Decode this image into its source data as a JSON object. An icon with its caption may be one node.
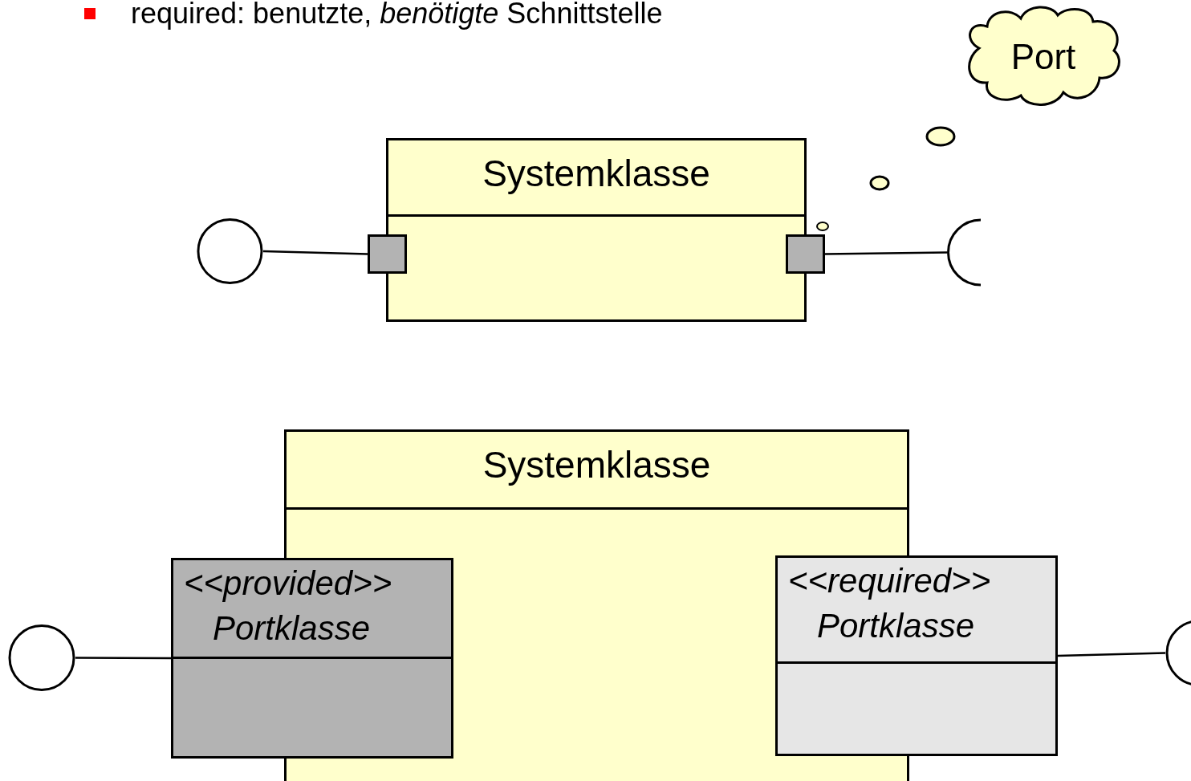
{
  "diagram": {
    "nodes": [
      {
        "text": [
          "Port"
        ]
      },
      {
        "text": [
          "Systemklasse"
        ]
      },
      {
        "text": [],
        "shape": "box"
      },
      {
        "text": [],
        "shape": "box"
      },
      {
        "text": [],
        "shape": "circle"
      },
      {
        "text": [],
        "shape": "semicircle"
      },
      {
        "text": [
          "Systemklasse"
        ]
      },
      {
        "text": [
          "<<provided>>",
          "Portklasse"
        ]
      },
      {
        "text": [
          "<<required>>",
          "Portklasse"
        ]
      },
      {
        "text": [],
        "shape": "circle"
      },
      {
        "text": [],
        "shape": "circle"
      }
    ],
    "edges": [
      {
        "from": 4,
        "to": 2,
        "arrow": "none"
      },
      {
        "from": 3,
        "to": 5,
        "arrow": "none"
      },
      {
        "from": 9,
        "to": 7,
        "arrow": "none"
      },
      {
        "from": 8,
        "to": 10,
        "arrow": "none"
      }
    ],
    "labels": [
      "required: benutzte, *benötigte* Schnittstelle"
    ]
  }
}
